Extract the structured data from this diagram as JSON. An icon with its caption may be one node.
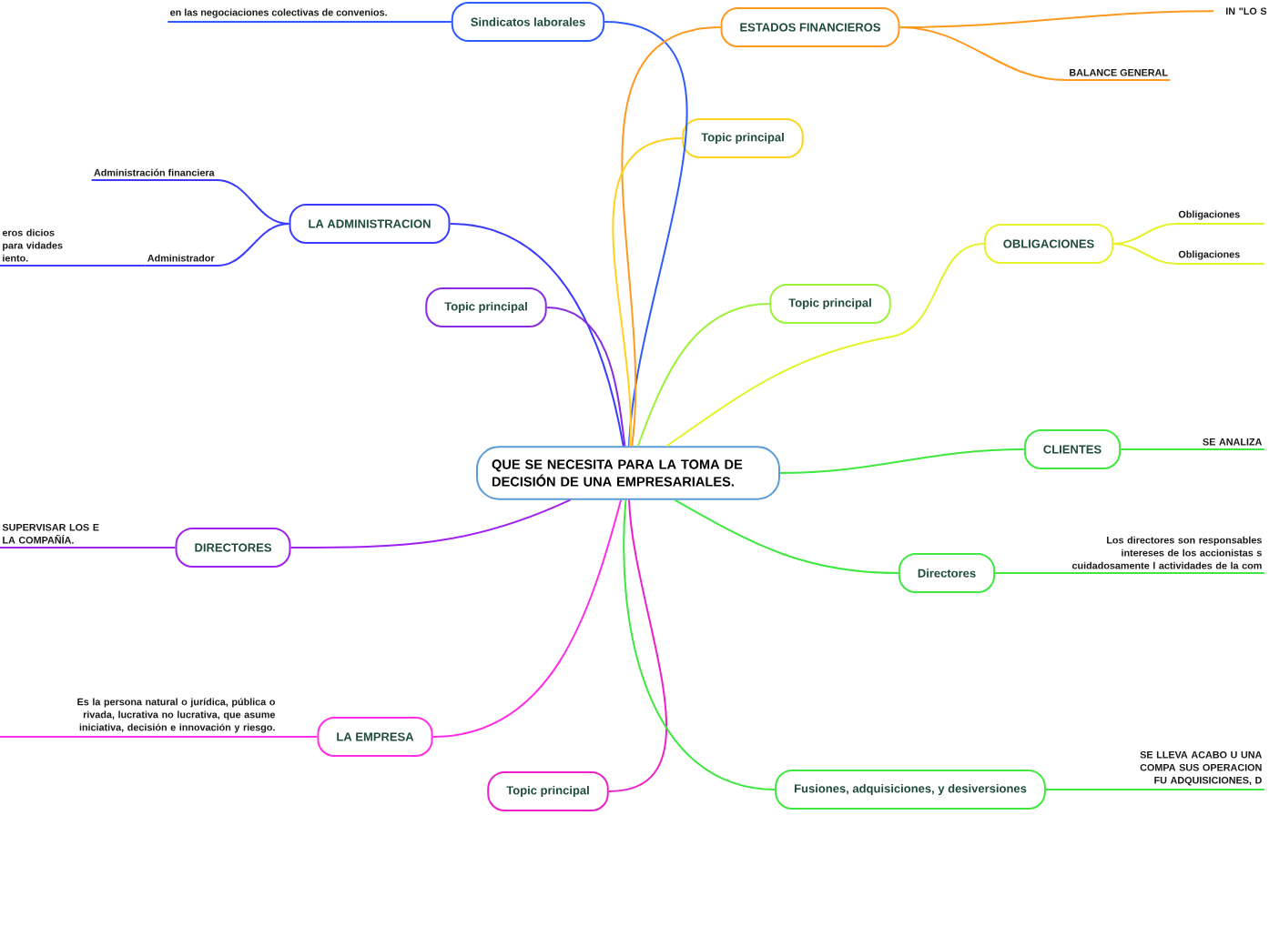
{
  "diagram": {
    "nodes": [
      {
        "text": [
          "QUE SE NECESITA PARA LA TOMA DE DECISIÓN  DE UNA EMPRESARIALES."
        ]
      },
      {
        "text": [
          "Sindicatos laborales"
        ]
      },
      {
        "text": [
          "ESTADOS FINANCIEROS"
        ]
      },
      {
        "text": [
          "Topic principal"
        ]
      },
      {
        "text": [
          "LA ADMINISTRACION"
        ]
      },
      {
        "text": [
          "OBLIGACIONES"
        ]
      },
      {
        "text": [
          "Topic principal"
        ]
      },
      {
        "text": [
          "Topic principal"
        ]
      },
      {
        "text": [
          "CLIENTES"
        ]
      },
      {
        "text": [
          "DIRECTORES"
        ]
      },
      {
        "text": [
          "Directores"
        ]
      },
      {
        "text": [
          "LA EMPRESA"
        ]
      },
      {
        "text": [
          "Topic principal"
        ]
      },
      {
        "text": [
          "Fusiones, adquisiciones, y desiversiones"
        ]
      },
      {
        "text": [
          "en las negociaciones colectivas de convenios."
        ]
      },
      {
        "text": [
          "Administración financiera"
        ]
      },
      {
        "text": [
          "Administrador"
        ]
      },
      {
        "text": [
          "eros dicios para vidades iento."
        ]
      },
      {
        "text": [
          "IN \"LO S"
        ]
      },
      {
        "text": [
          "BALANCE GENERAL"
        ]
      },
      {
        "text": [
          "Obligaciones"
        ]
      },
      {
        "text": [
          "Obligaciones"
        ]
      },
      {
        "text": [
          "SE ANALIZA"
        ]
      },
      {
        "text": [
          "Los directores son responsables intereses de los accionistas s cuidadosamente l actividades de la com"
        ]
      },
      {
        "text": [
          "SUPERVISAR LOS E LA COMPAÑÍA."
        ]
      },
      {
        "text": [
          "Es la persona natural o jurídica, pública o rivada, lucrativa no lucrativa, que asume iniciativa, decisión e innovación y riesgo."
        ]
      },
      {
        "text": [
          "SE LLEVA ACABO U UNA COMPA SUS OPERACION FU ADQUISICIONES, D"
        ]
      }
    ],
    "edges": [
      {
        "from": 0,
        "to": 1,
        "arrow": "none",
        "color": "#2f5cff"
      },
      {
        "from": 0,
        "to": 2,
        "arrow": "none",
        "color": "#ff9a1f"
      },
      {
        "from": 0,
        "to": 3,
        "arrow": "none",
        "color": "#ffd21f"
      },
      {
        "from": 0,
        "to": 4,
        "arrow": "none",
        "color": "#3b3bff"
      },
      {
        "from": 0,
        "to": 5,
        "arrow": "none",
        "color": "#e4f22a"
      },
      {
        "from": 0,
        "to": 6,
        "arrow": "none",
        "color": "#8a2be2"
      },
      {
        "from": 0,
        "to": 7,
        "arrow": "none",
        "color": "#9cf23a"
      },
      {
        "from": 0,
        "to": 8,
        "arrow": "none",
        "color": "#3ee83e"
      },
      {
        "from": 0,
        "to": 9,
        "arrow": "none",
        "color": "#a020f0"
      },
      {
        "from": 0,
        "to": 10,
        "arrow": "none",
        "color": "#3ee83e"
      },
      {
        "from": 0,
        "to": 11,
        "arrow": "none",
        "color": "#ff2ee6"
      },
      {
        "from": 0,
        "to": 12,
        "arrow": "none",
        "color": "#ee1ec8"
      },
      {
        "from": 0,
        "to": 13,
        "arrow": "none",
        "color": "#3ee83e"
      },
      {
        "from": 1,
        "to": 14,
        "arrow": "none",
        "color": "#2f5cff"
      },
      {
        "from": 4,
        "to": 15,
        "arrow": "none",
        "color": "#3b3bff"
      },
      {
        "from": 4,
        "to": 16,
        "arrow": "none",
        "color": "#3b3bff"
      },
      {
        "from": 16,
        "to": 17,
        "arrow": "none",
        "color": "#3b3bff"
      },
      {
        "from": 2,
        "to": 18,
        "arrow": "none",
        "color": "#ff9a1f"
      },
      {
        "from": 2,
        "to": 19,
        "arrow": "none",
        "color": "#ff9a1f"
      },
      {
        "from": 5,
        "to": 20,
        "arrow": "none",
        "color": "#e4f22a"
      },
      {
        "from": 5,
        "to": 21,
        "arrow": "none",
        "color": "#e4f22a"
      },
      {
        "from": 8,
        "to": 22,
        "arrow": "none",
        "color": "#3ee83e"
      },
      {
        "from": 10,
        "to": 23,
        "arrow": "none",
        "color": "#3ee83e"
      },
      {
        "from": 9,
        "to": 24,
        "arrow": "none",
        "color": "#a020f0"
      },
      {
        "from": 11,
        "to": 25,
        "arrow": "none",
        "color": "#ff2ee6"
      },
      {
        "from": 13,
        "to": 26,
        "arrow": "none",
        "color": "#3ee83e"
      }
    ]
  }
}
